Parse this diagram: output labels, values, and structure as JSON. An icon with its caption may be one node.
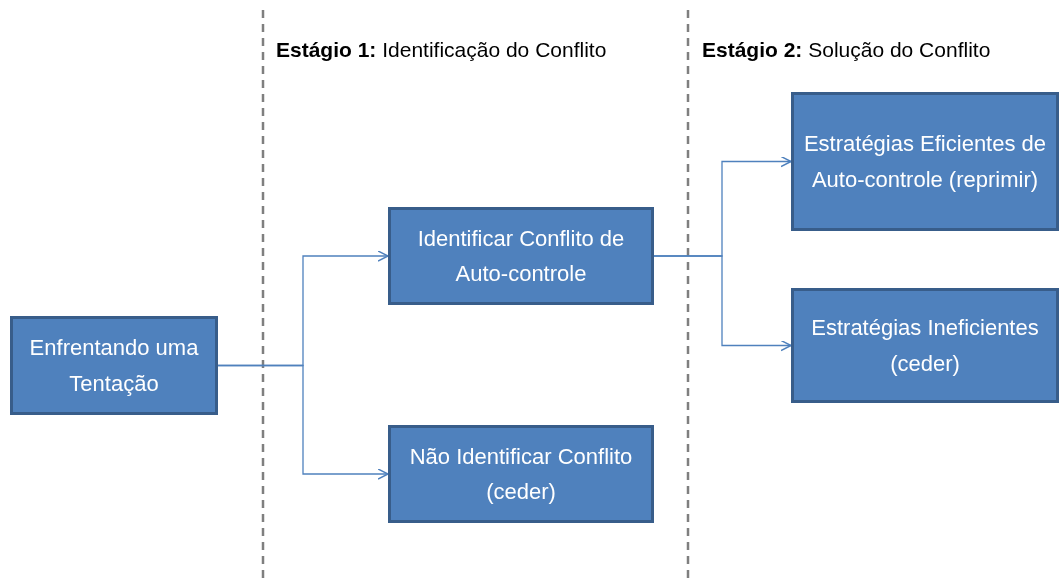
{
  "diagram": {
    "nodes": [
      {
        "text": [
          "Enfrentando uma Tentação"
        ]
      },
      {
        "text": [
          "Identificar Conflito de Auto-controle"
        ]
      },
      {
        "text": [
          "Não Identificar Conflito (ceder)"
        ]
      },
      {
        "text": [
          "Estratégias Eficientes de Auto-controle (reprimir)"
        ]
      },
      {
        "text": [
          "Estratégias Ineficientes (ceder)"
        ]
      }
    ],
    "edges": [
      {
        "from": 0,
        "to": 1,
        "arrow": "to"
      },
      {
        "from": 0,
        "to": 2,
        "arrow": "to"
      },
      {
        "from": 1,
        "to": 3,
        "arrow": "to"
      },
      {
        "from": 1,
        "to": 4,
        "arrow": "to"
      }
    ],
    "labels": [
      "**Estágio 1:** Identificação do Conflito",
      "**Estágio 2:** Solução do Conflito"
    ]
  }
}
